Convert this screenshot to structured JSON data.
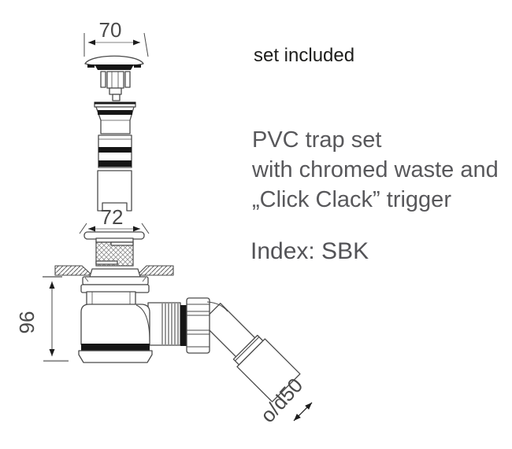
{
  "info_panel": {
    "set_label": "set included",
    "description_lines": [
      "PVC trap set",
      "with chromed waste and",
      "„Click Clack” trigger"
    ],
    "index_label": "Index: SBK"
  },
  "dimensions": {
    "cap_width_mm": "70",
    "flange_width_mm": "72",
    "height_mm": "96",
    "outlet_diameter": "o/d50"
  },
  "colors": {
    "background": "#ffffff",
    "outline": "#4a4a4a",
    "solid_bands": "#161616",
    "dimension_line": "#9a9a9a",
    "heading_text": "#1d1d1b",
    "body_text": "#58585b"
  }
}
